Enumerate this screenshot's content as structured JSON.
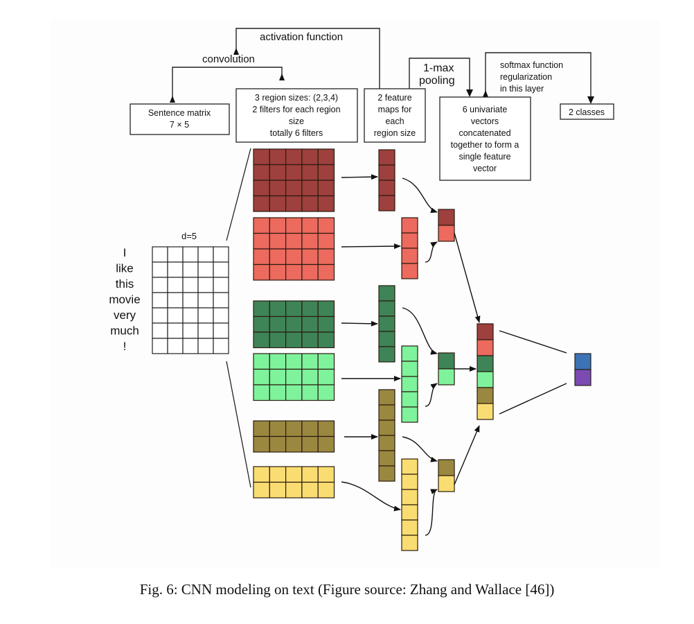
{
  "figure": {
    "labels": {
      "activation": "activation function",
      "convolution": "convolution",
      "pooling": [
        "1-max",
        "pooling"
      ],
      "softmax": [
        "softmax function",
        "regularization",
        "in this layer"
      ]
    },
    "boxes": {
      "sentence_matrix": [
        "Sentence matrix",
        "7 × 5"
      ],
      "filters": [
        "3 region sizes: (2,3,4)",
        "2 filters for each region",
        "size",
        "totally 6 filters"
      ],
      "feature_maps": [
        "2 feature",
        "maps for",
        "each",
        "region size"
      ],
      "concat": [
        "6 univariate",
        "vectors",
        "concatenated",
        "together to form a",
        "single feature",
        "vector"
      ],
      "classes": [
        "2 classes"
      ]
    },
    "sentence": {
      "dim_label": "d=5",
      "words": [
        "I",
        "like",
        "this",
        "movie",
        "very",
        "much",
        "!"
      ],
      "rows": 7,
      "cols": 5
    },
    "filters": [
      {
        "region_size": 4,
        "color": "#9e403d"
      },
      {
        "region_size": 4,
        "color": "#ec6a5e"
      },
      {
        "region_size": 3,
        "color": "#3e8457"
      },
      {
        "region_size": 3,
        "color": "#7ff29c"
      },
      {
        "region_size": 2,
        "color": "#9a8840"
      },
      {
        "region_size": 2,
        "color": "#fadd72"
      }
    ],
    "feature_map_lengths": [
      4,
      4,
      5,
      5,
      6,
      6
    ],
    "output_colors": [
      "#3d72b5",
      "#7c4bb2"
    ]
  },
  "caption": "Fig. 6: CNN modeling on text (Figure source: Zhang and Wallace [46])"
}
